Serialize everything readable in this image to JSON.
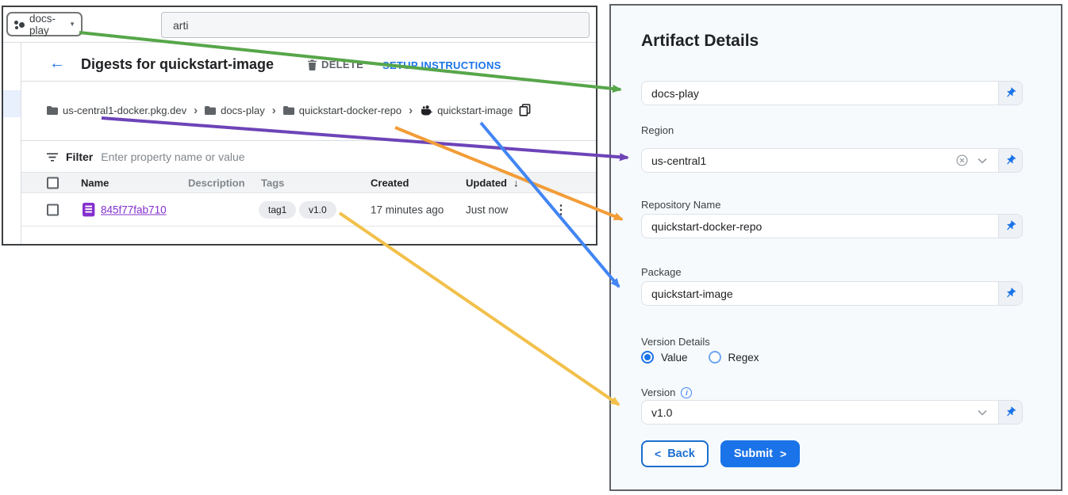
{
  "colors": {
    "accent_blue": "#1a73e8",
    "link_purple": "#8430ce",
    "arrow_green": "#57a64a",
    "arrow_purple": "#6d44b8",
    "arrow_orange": "#f29d38",
    "arrow_blue": "#4285f4",
    "arrow_yellow": "#f2c04a"
  },
  "glyphs": {
    "back_arrow": "←",
    "caret_down": "▼",
    "sort_desc": "↓",
    "kebab": "⋮",
    "crumb_sep": "›",
    "back_chevron": "<",
    "submit_chevron": ">",
    "info_i": "i"
  },
  "console": {
    "project_selector": {
      "label": "docs-play"
    },
    "search": {
      "value": "arti"
    },
    "header": {
      "title": "Digests for quickstart-image",
      "delete_label": "DELETE",
      "setup_label": "SETUP INSTRUCTIONS"
    },
    "breadcrumb": {
      "items": [
        "us-central1-docker.pkg.dev",
        "docs-play",
        "quickstart-docker-repo",
        "quickstart-image"
      ]
    },
    "filter": {
      "label": "Filter",
      "placeholder": "Enter property name or value"
    },
    "table": {
      "columns": [
        "Name",
        "Description",
        "Tags",
        "Created",
        "Updated"
      ],
      "row": {
        "name": "845f77fab710",
        "description": "",
        "tags": [
          "tag1",
          "v1.0"
        ],
        "created": "17 minutes ago",
        "updated": "Just now"
      }
    }
  },
  "form": {
    "title": "Artifact Details",
    "project": {
      "value": "docs-play"
    },
    "region": {
      "label": "Region",
      "value": "us-central1"
    },
    "repository": {
      "label": "Repository Name",
      "value": "quickstart-docker-repo"
    },
    "package": {
      "label": "Package",
      "value": "quickstart-image"
    },
    "version_details": {
      "label": "Version Details",
      "options": [
        {
          "label": "Value"
        },
        {
          "label": "Regex"
        }
      ]
    },
    "version": {
      "label": "Version",
      "value": "v1.0"
    },
    "buttons": {
      "back": "Back",
      "submit": "Submit"
    }
  }
}
